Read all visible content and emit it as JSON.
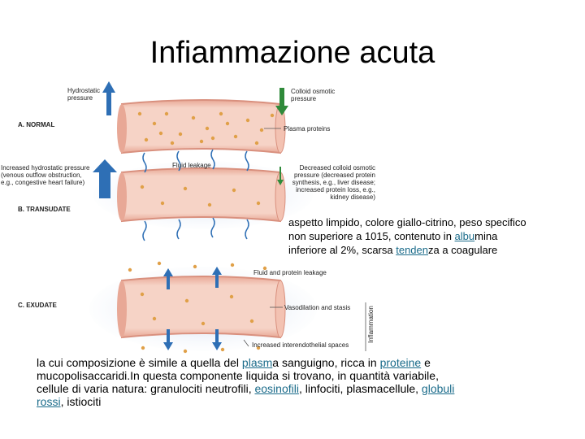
{
  "title": "Infiammazione acuta",
  "figure": {
    "labels": {
      "hydrostatic": "Hydrostatic\npressure",
      "colloid": "Colloid osmotic\npressure",
      "plasma_proteins": "Plasma proteins",
      "section_a": "A. NORMAL",
      "increased_hydro": "Increased hydrostatic pressure\n(venous outflow obstruction,\ne.g., congestive heart failure)",
      "fluid_leakage": "Fluid leakage",
      "decreased_colloid": "Decreased colloid osmotic\npressure (decreased protein\nsynthesis, e.g., liver disease;\nincreased protein loss, e.g.,\nkidney disease)",
      "section_b": "B. TRANSUDATE",
      "fluid_protein": "Fluid and protein leakage",
      "section_c": "C. EXUDATE",
      "vasodilation": "Vasodilation and stasis",
      "interendothelial": "Increased interendothelial spaces",
      "inflammation": "Inflammation"
    },
    "colors": {
      "arrow_blue": "#2e6fb5",
      "arrow_green": "#2f8a3a",
      "vessel": "#f0c4b4",
      "vessel_edge": "#d9907e",
      "protein": "#e0a048",
      "halo": "#b8cbe8"
    }
  },
  "para1": {
    "a": "aspetto limpido, colore giallo-citrino, peso specifico non superiore a 1015, contenuto in ",
    "b": "albu",
    "c": "mina",
    "d": "   inferiore al 2%, scarsa ",
    "e": "tenden",
    "f": "za a coagulare"
  },
  "para2": {
    "a": "la cui composizione è simile a quella del ",
    "b": "plasm",
    "c": "a sanguigno, ricca in ",
    "d": "proteine",
    "e": " e mucopolisaccaridi.In questa componente liquida si trovano, in quantità variabile, cellule di varia natura: granulociti neutrofili, ",
    "f": "eosinofili",
    "g": ", linfociti, plasmacellule, ",
    "h": "globuli rossi",
    "i": ", istiociti"
  }
}
